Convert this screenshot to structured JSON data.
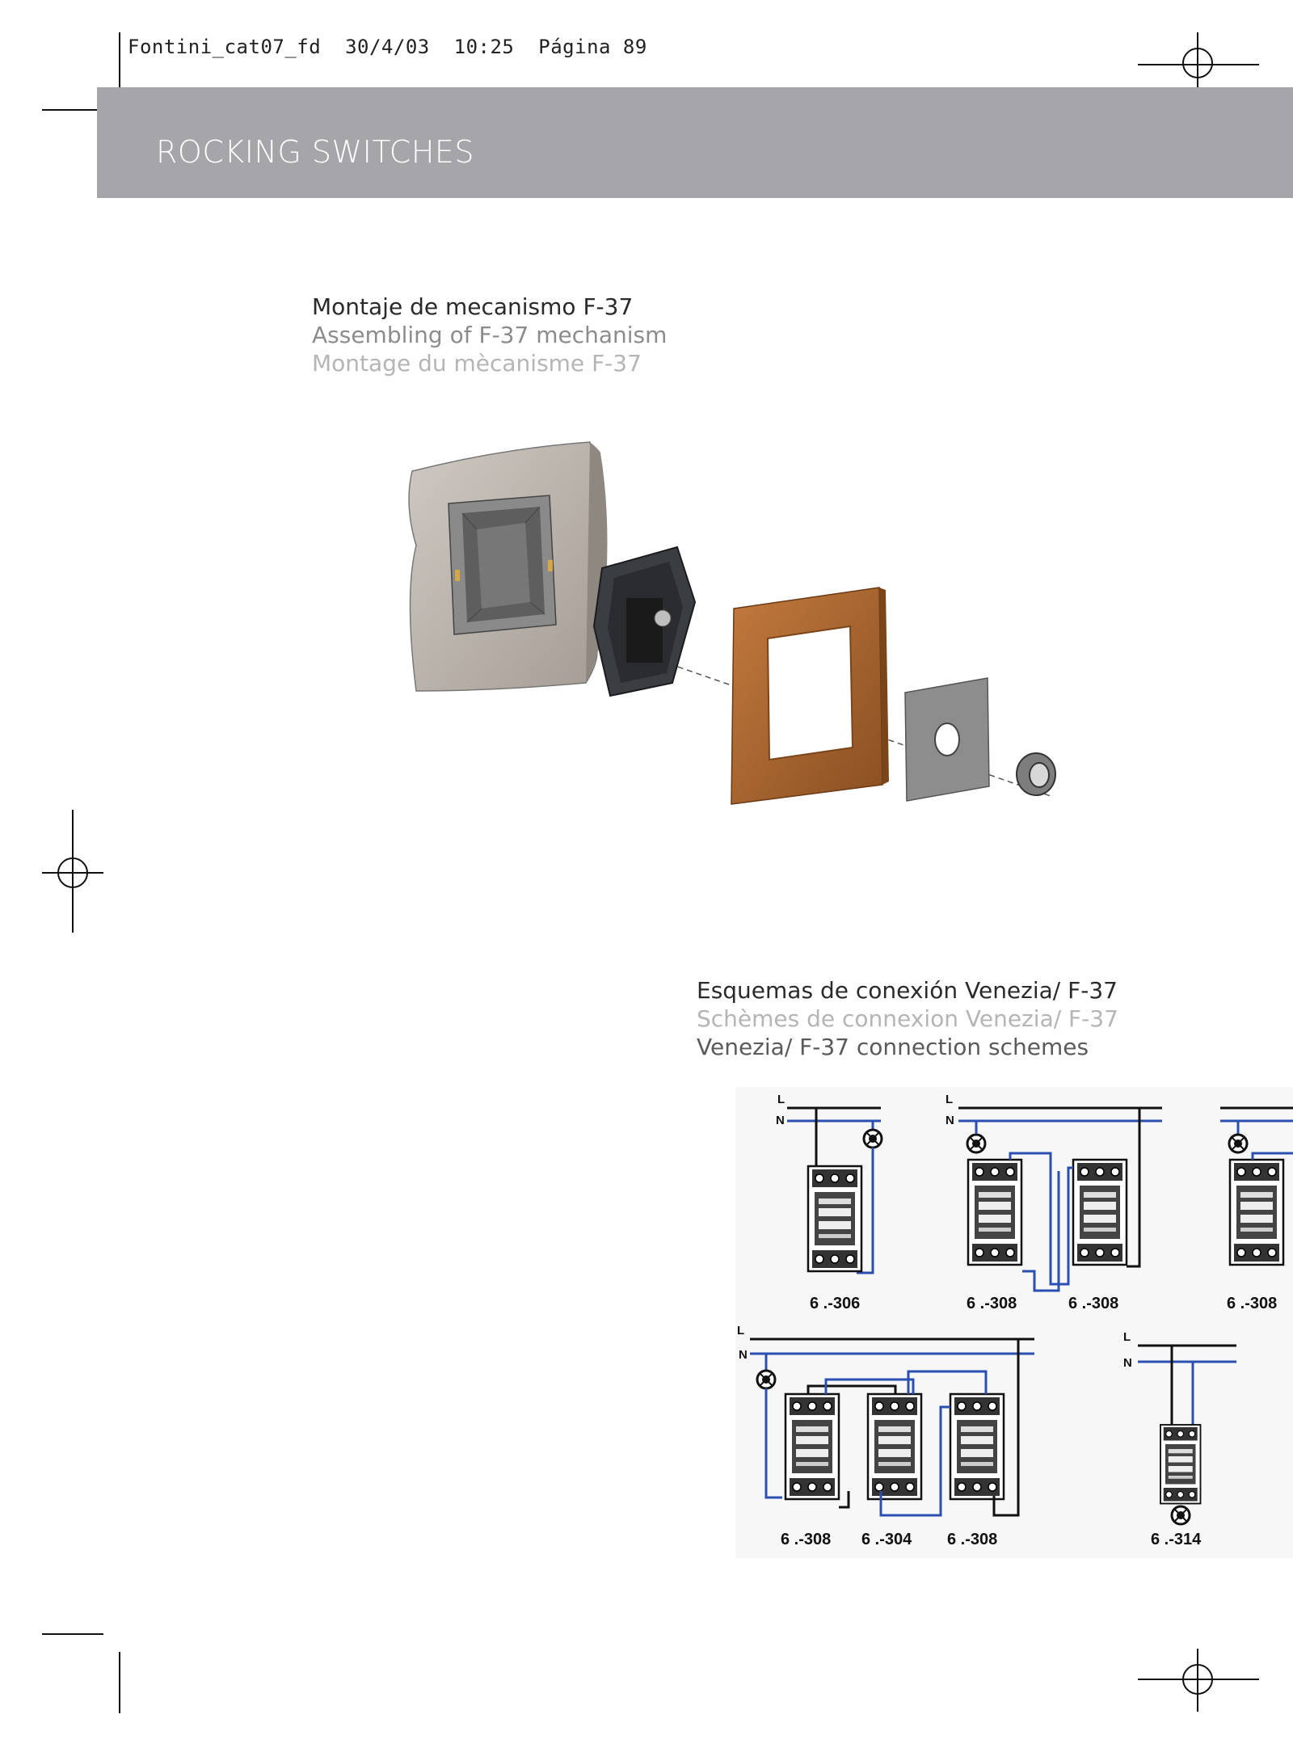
{
  "slug_line": "Fontini_cat07_fd  30/4/03  10:25  Página 89",
  "header": {
    "title": "ROCKING SWITCHES"
  },
  "assembly": {
    "caption_es": "Montaje de mecanismo F-37",
    "caption_en": "Assembling of F-37 mechanism",
    "caption_fr": "Montage du mècanisme F-37"
  },
  "schemes": {
    "caption_es": "Esquemas de conexión Venezia/ F-37",
    "caption_fr": "Schèmes de connexion Venezia/ F-37",
    "caption_en": "Venezia/ F-37 connection schemes",
    "line_L": "L",
    "line_N": "N",
    "labels": {
      "d1": "6 .-306",
      "d2a": "6 .-308",
      "d2b": "6 .-308",
      "d3": "6 .-308",
      "d4a": "6 .-308",
      "d4b": "6 .-304",
      "d4c": "6 .-308",
      "d5": "6 .-314"
    }
  }
}
